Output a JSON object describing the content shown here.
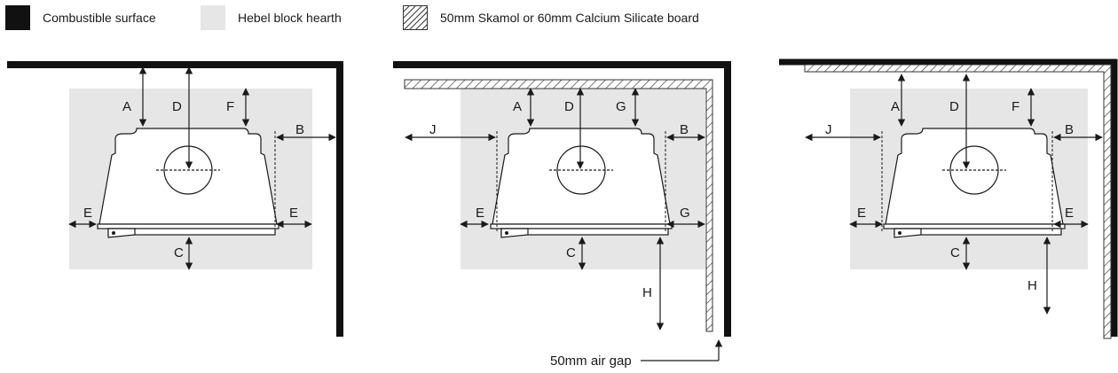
{
  "legend": {
    "combustible": "Combustible surface",
    "hearth": "Hebel block hearth",
    "board": "50mm Skamol or 60mm Calcium Silicate board"
  },
  "labels": {
    "a": "A",
    "b": "B",
    "c": "C",
    "d": "D",
    "e": "E",
    "f": "F",
    "g": "G",
    "h": "H",
    "j": "J"
  },
  "air_gap": "50mm air gap",
  "colors": {
    "combustible": "#111111",
    "hearth": "#e6e6e6",
    "line": "#1a1a1a"
  }
}
